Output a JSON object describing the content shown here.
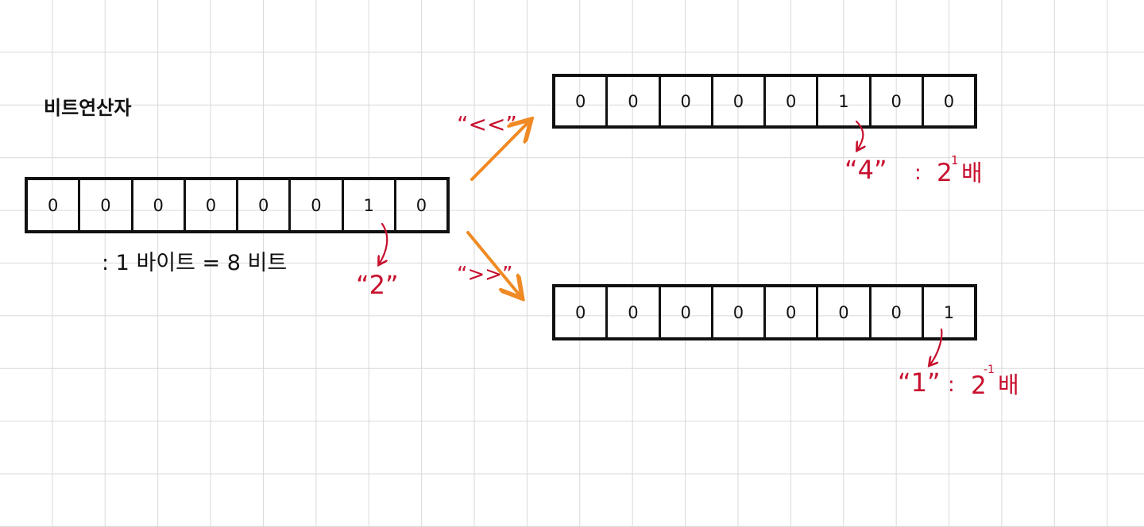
{
  "title": "비트연산자",
  "colors": {
    "ink": "#111111",
    "annotation": "#c8102e",
    "shift_arrow": "#f08a24",
    "grid": "#d9d9d9"
  },
  "source_byte": {
    "bits": [
      "0",
      "0",
      "0",
      "0",
      "0",
      "0",
      "1",
      "0"
    ],
    "caption": ":  1 바이트 = 8 비트",
    "value_label": "“2”"
  },
  "left_shift": {
    "operator_label": "“<<”",
    "bits": [
      "0",
      "0",
      "0",
      "0",
      "0",
      "1",
      "0",
      "0"
    ],
    "value_label": "“4”",
    "factor_separator": ":",
    "factor_base": "2",
    "factor_exponent": "1",
    "factor_unit": "배"
  },
  "right_shift": {
    "operator_label": "“>>”",
    "bits": [
      "0",
      "0",
      "0",
      "0",
      "0",
      "0",
      "0",
      "1"
    ],
    "value_label": "“1”",
    "factor_separator": ":",
    "factor_base": "2",
    "factor_exponent": "-1",
    "factor_unit": "배"
  }
}
